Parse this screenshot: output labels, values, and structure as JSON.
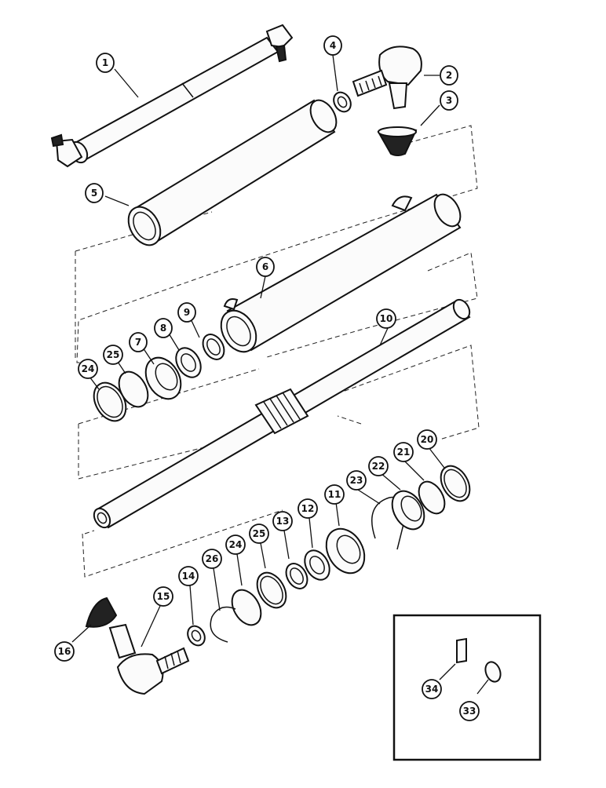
{
  "diagram": {
    "callouts": {
      "c1": "1",
      "c2": "2",
      "c3": "3",
      "c4": "4",
      "c5": "5",
      "c6": "6",
      "c7": "7",
      "c8": "8",
      "c9": "9",
      "c10": "10",
      "c11": "11",
      "c12": "12",
      "c13": "13",
      "c14": "14",
      "c15": "15",
      "c16": "16",
      "c20": "20",
      "c21": "21",
      "c22": "22",
      "c23": "23",
      "c24a": "24",
      "c24b": "24",
      "c25a": "25",
      "c25b": "25",
      "c26": "26",
      "c33": "33",
      "c34": "34"
    }
  }
}
